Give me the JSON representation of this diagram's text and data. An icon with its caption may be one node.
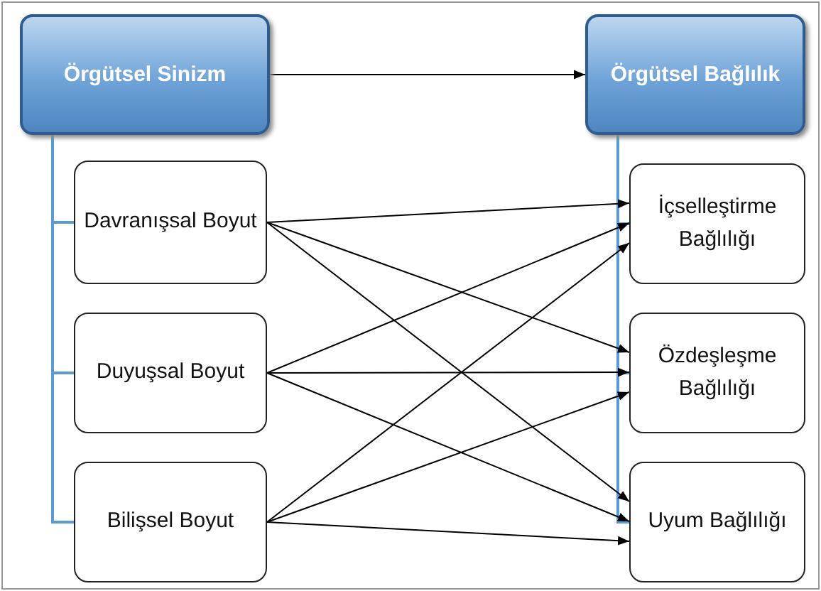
{
  "diagram": {
    "nodes": [
      {
        "text": [
          "Örgütsel Sinizm"
        ]
      },
      {
        "text": [
          "Örgütsel Bağlılık"
        ]
      },
      {
        "text": [
          "Davranışsal Boyut"
        ]
      },
      {
        "text": [
          "İçselleştirme Bağlılığı"
        ]
      },
      {
        "text": [
          "Duyuşsal Boyut"
        ]
      },
      {
        "text": [
          "Özdeşleşme Bağlılığı"
        ]
      },
      {
        "text": [
          "Bilişsel Boyut"
        ]
      },
      {
        "text": [
          "Uyum Bağlılığı"
        ]
      }
    ],
    "edges": [
      {
        "from": 0,
        "to": 1,
        "arrow": "to"
      },
      {
        "from": 0,
        "to": 2,
        "arrow": "none",
        "color": "#5b9bd5"
      },
      {
        "from": 0,
        "to": 4,
        "arrow": "none",
        "color": "#5b9bd5"
      },
      {
        "from": 0,
        "to": 6,
        "arrow": "none",
        "color": "#5b9bd5"
      },
      {
        "from": 1,
        "to": 3,
        "arrow": "none",
        "color": "#5b9bd5"
      },
      {
        "from": 1,
        "to": 5,
        "arrow": "none",
        "color": "#5b9bd5"
      },
      {
        "from": 1,
        "to": 7,
        "arrow": "none",
        "color": "#5b9bd5"
      },
      {
        "from": 2,
        "to": 3,
        "arrow": "to"
      },
      {
        "from": 2,
        "to": 5,
        "arrow": "to"
      },
      {
        "from": 2,
        "to": 7,
        "arrow": "to"
      },
      {
        "from": 4,
        "to": 3,
        "arrow": "to"
      },
      {
        "from": 4,
        "to": 5,
        "arrow": "to"
      },
      {
        "from": 4,
        "to": 7,
        "arrow": "to"
      },
      {
        "from": 6,
        "to": 3,
        "arrow": "to"
      },
      {
        "from": 6,
        "to": 5,
        "arrow": "to"
      },
      {
        "from": 6,
        "to": 7,
        "arrow": "to"
      }
    ]
  }
}
